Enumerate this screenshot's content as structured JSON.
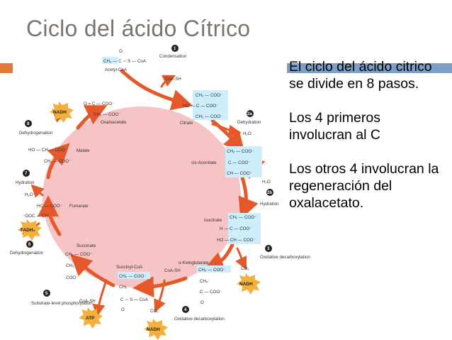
{
  "slide": {
    "title": "Ciclo del ácido Cítrico",
    "paragraphs": [
      "El ciclo del ácido citrico se divide en 8 pasos.",
      "Los 4 primeros involucran al C",
      "Los otros 4 involucran la regeneración del oxalacetato."
    ],
    "colors": {
      "title": "#7a746c",
      "accent_orange": "#e07a36",
      "accent_blue": "#7d9fc7",
      "cycle_fill": "#f6c4c4",
      "arrow": "#e4582a"
    }
  },
  "diagram": {
    "steps": [
      {
        "num": "1",
        "label": "Condensation"
      },
      {
        "num": "2a",
        "label": "Dehydration"
      },
      {
        "num": "2b",
        "label": "Hydration"
      },
      {
        "num": "3",
        "label": "Oxidative decarboxylation"
      },
      {
        "num": "4",
        "label": "Oxidative decarboxylation"
      },
      {
        "num": "5",
        "label": "Substrate-level phosphorylation"
      },
      {
        "num": "6",
        "label": "Dehydrogenation"
      },
      {
        "num": "7",
        "label": "Hydration"
      },
      {
        "num": "8",
        "label": "Dehydrogenation"
      }
    ],
    "intermediates": {
      "acetyl_coa": "Acetyl-CoA",
      "oxaloacetate": "Oxaloacetate",
      "citrate": "Citrate",
      "cis_aconitate": "cis-Aconitate",
      "isocitrate": "Isocitrate",
      "ketoglutarate": "α-Ketoglutarate",
      "succinyl_coa": "Succinyl-CoA",
      "succinate": "Succinate",
      "fumarate": "Fumarate",
      "malate": "Malate"
    },
    "side_products": {
      "coa_sh_1": "CoA-SH",
      "coa_sh_2": "CoA-SH",
      "coa_sh_3": "CoA-SH",
      "h2o_1": "H₂O",
      "h2o_2": "H₂O",
      "h2o_3": "H₂O",
      "co2_1": "CO₂",
      "co2_2": "CO₂"
    },
    "cofactors": {
      "nadh_1": "NADH",
      "nadh_2": "NADH",
      "nadh_3": "NADH",
      "fadh2": "FADH₂",
      "atp": "ATP"
    },
    "formulas": {
      "acetyl_top": "O",
      "acetyl_main": "CH₃ — C ∼ S — CoA",
      "oxalo_1": "O = C — COO⁻",
      "oxalo_2": "CH₂ — COO⁻",
      "citrate_1": "CH₂ — COO⁻",
      "citrate_2": "HO — C — COO⁻",
      "citrate_3": "CH₂ — COO⁻",
      "cis_1": "CH₂ — COO⁻",
      "cis_2": "C — COO⁻",
      "cis_3": "CH — COO⁻",
      "iso_1": "CH₂ — COO⁻",
      "iso_2": "H — C — COO⁻",
      "iso_3": "HO — CH — COO⁻",
      "keto_1": "CH₂ — COO⁻",
      "keto_2": "CH₂",
      "keto_3": "C — COO⁻",
      "keto_4": "O",
      "succcoa_1": "CH₂ — COO⁻",
      "succcoa_2": "CH₂",
      "succcoa_3": "C ∼ S — CoA",
      "succcoa_4": "O",
      "succ_1": "CH₂ — COO⁻",
      "succ_2": "CH₂",
      "succ_3": "COO⁻",
      "fum_1": "HC — COO⁻",
      "fum_2": "⁻OOC — CH",
      "mal_1": "HO — CH — COO⁻",
      "mal_2": "CH₂ — COO⁻"
    }
  }
}
